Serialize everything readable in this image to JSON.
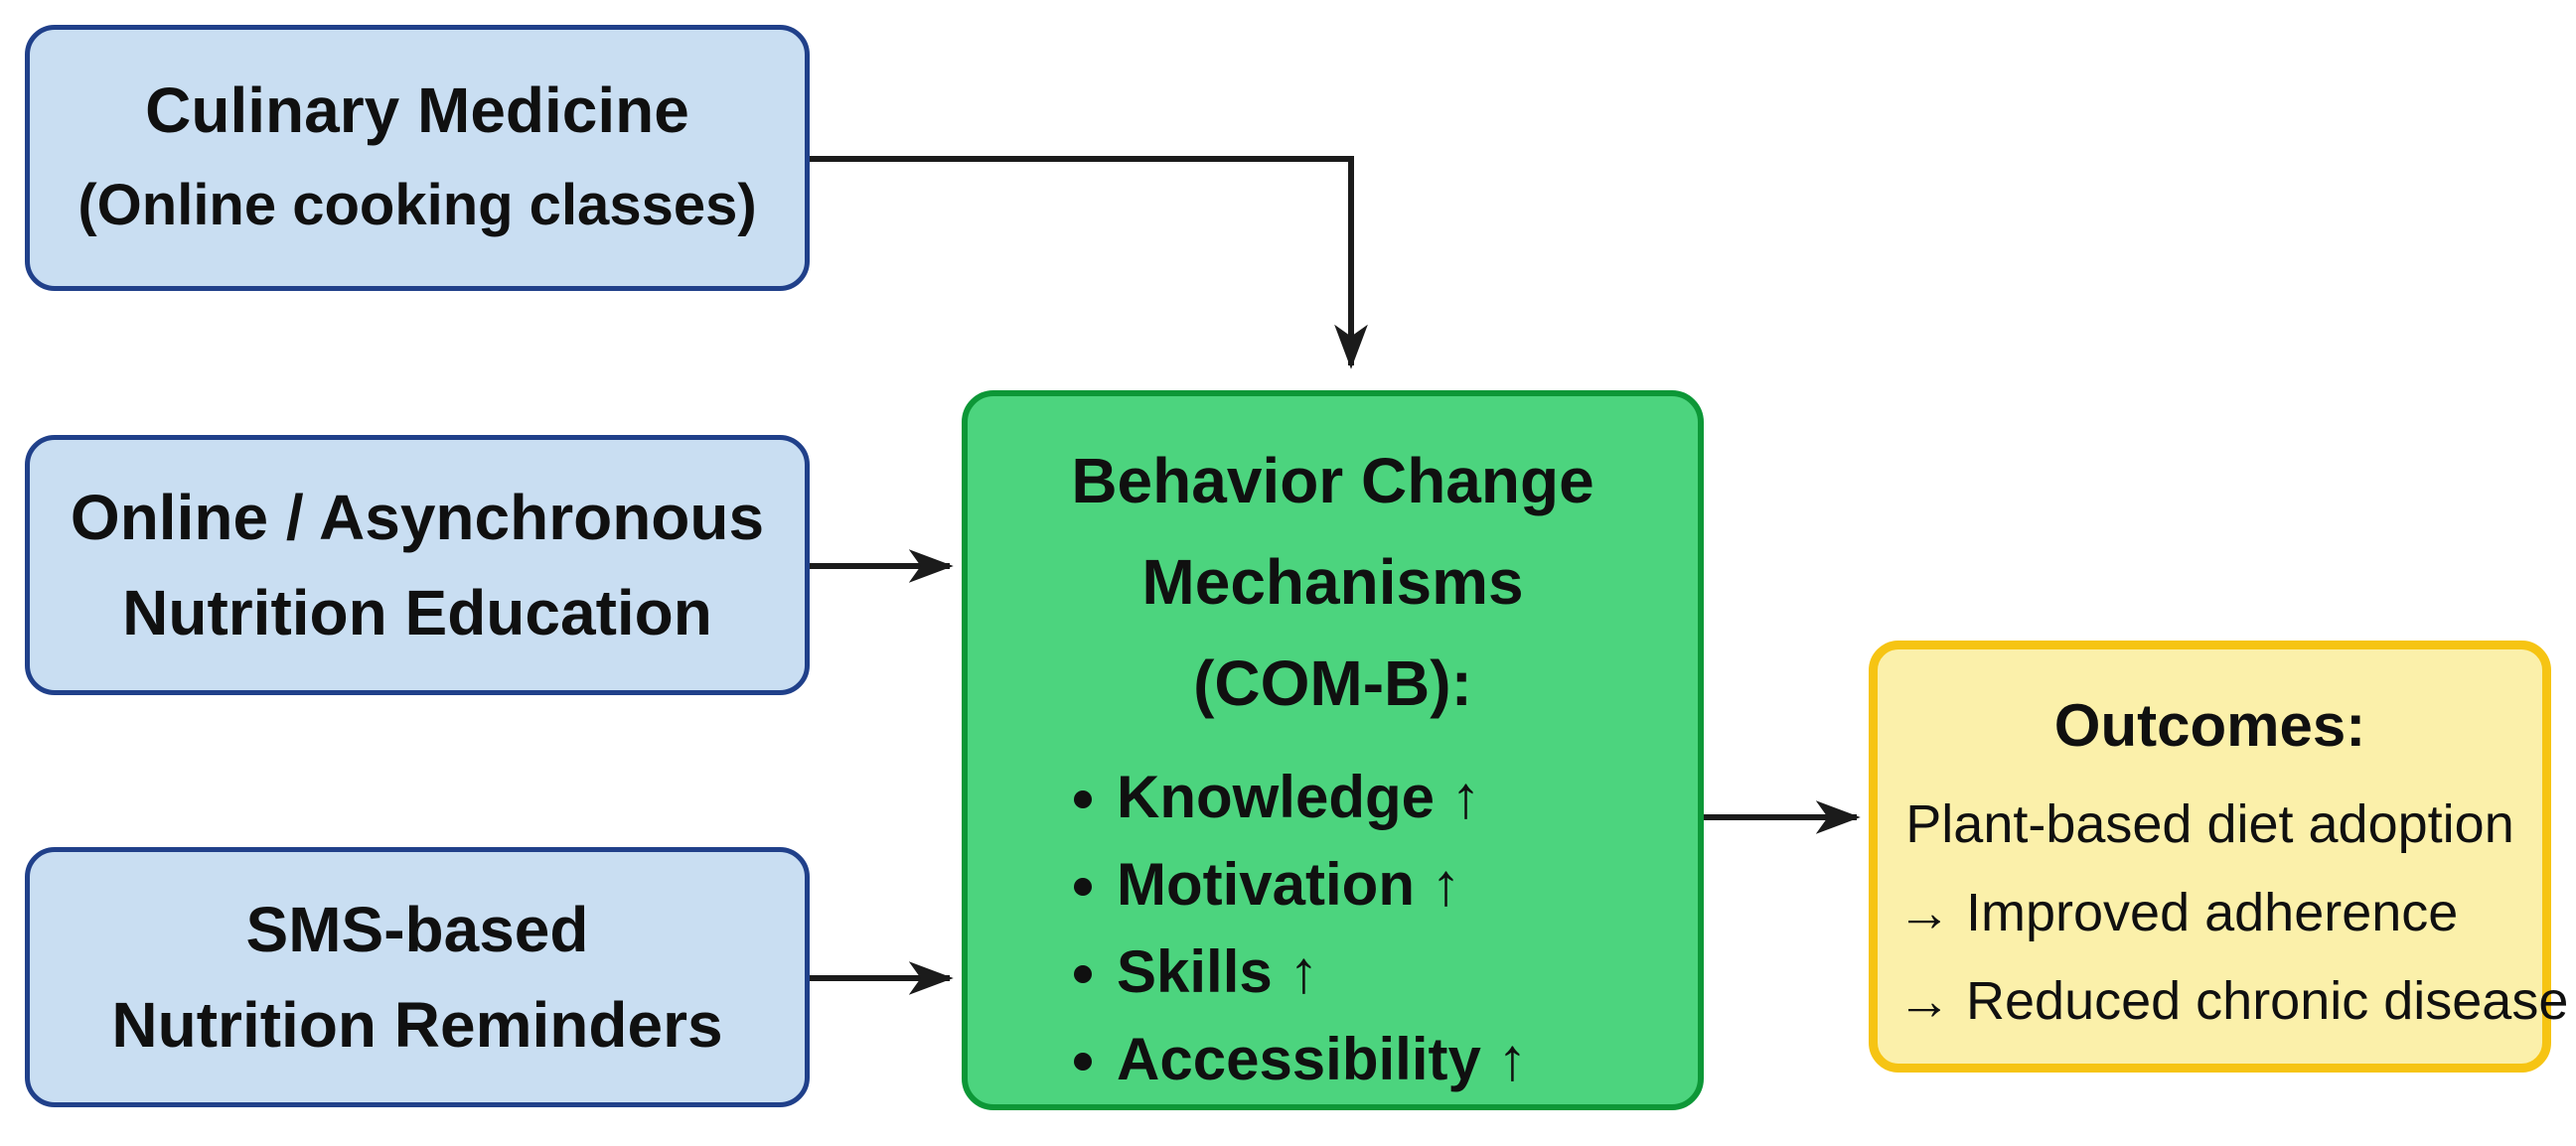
{
  "colors": {
    "blue-fill": "#c9def2",
    "blue-border": "#20408a",
    "green-fill": "#4cd47e",
    "green-border": "#0d9737",
    "yellow-fill": "#fbf0aa",
    "yellow-border": "#f6c413",
    "arrow": "#1b1b1b",
    "text": "#101010"
  },
  "inputs": [
    {
      "lines": [
        "Culinary Medicine",
        "(Online cooking classes)"
      ]
    },
    {
      "lines": [
        "Online / Asynchronous",
        "Nutrition Education"
      ]
    },
    {
      "lines": [
        "SMS-based",
        "Nutrition Reminders"
      ]
    }
  ],
  "mechanisms": {
    "title_lines": [
      "Behavior Change",
      "Mechanisms",
      "(COM-B):"
    ],
    "bullets": [
      "Knowledge ↑",
      "Motivation ↑",
      "Skills ↑",
      "Accessibility ↑"
    ]
  },
  "outcomes": {
    "title": "Outcomes:",
    "lines": [
      "Plant-based diet adoption",
      "→ Improved adherence",
      "→ Reduced chronic disease"
    ]
  }
}
